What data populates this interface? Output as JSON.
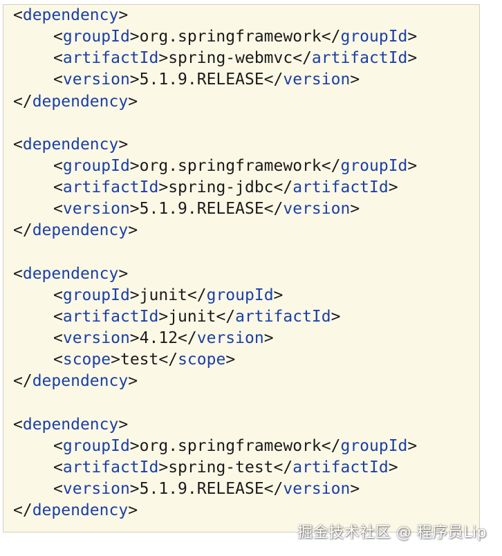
{
  "code_block": {
    "dependencies": [
      {
        "fields": [
          {
            "tag": "groupId",
            "value": "org.springframework"
          },
          {
            "tag": "artifactId",
            "value": "spring-webmvc"
          },
          {
            "tag": "version",
            "value": "5.1.9.RELEASE"
          }
        ]
      },
      {
        "fields": [
          {
            "tag": "groupId",
            "value": "org.springframework"
          },
          {
            "tag": "artifactId",
            "value": "spring-jdbc"
          },
          {
            "tag": "version",
            "value": "5.1.9.RELEASE"
          }
        ]
      },
      {
        "fields": [
          {
            "tag": "groupId",
            "value": "junit"
          },
          {
            "tag": "artifactId",
            "value": "junit"
          },
          {
            "tag": "version",
            "value": "4.12"
          },
          {
            "tag": "scope",
            "value": "test"
          }
        ]
      },
      {
        "fields": [
          {
            "tag": "groupId",
            "value": "org.springframework"
          },
          {
            "tag": "artifactId",
            "value": "spring-test"
          },
          {
            "tag": "version",
            "value": "5.1.9.RELEASE"
          }
        ]
      }
    ],
    "wrapper_tag": "dependency"
  },
  "watermark": "掘金技术社区 @ 程序员Lip",
  "colors": {
    "panel_background": "#fbf8e6",
    "tag_blue": "#1a3fa6",
    "text": "#1a1a1a"
  }
}
